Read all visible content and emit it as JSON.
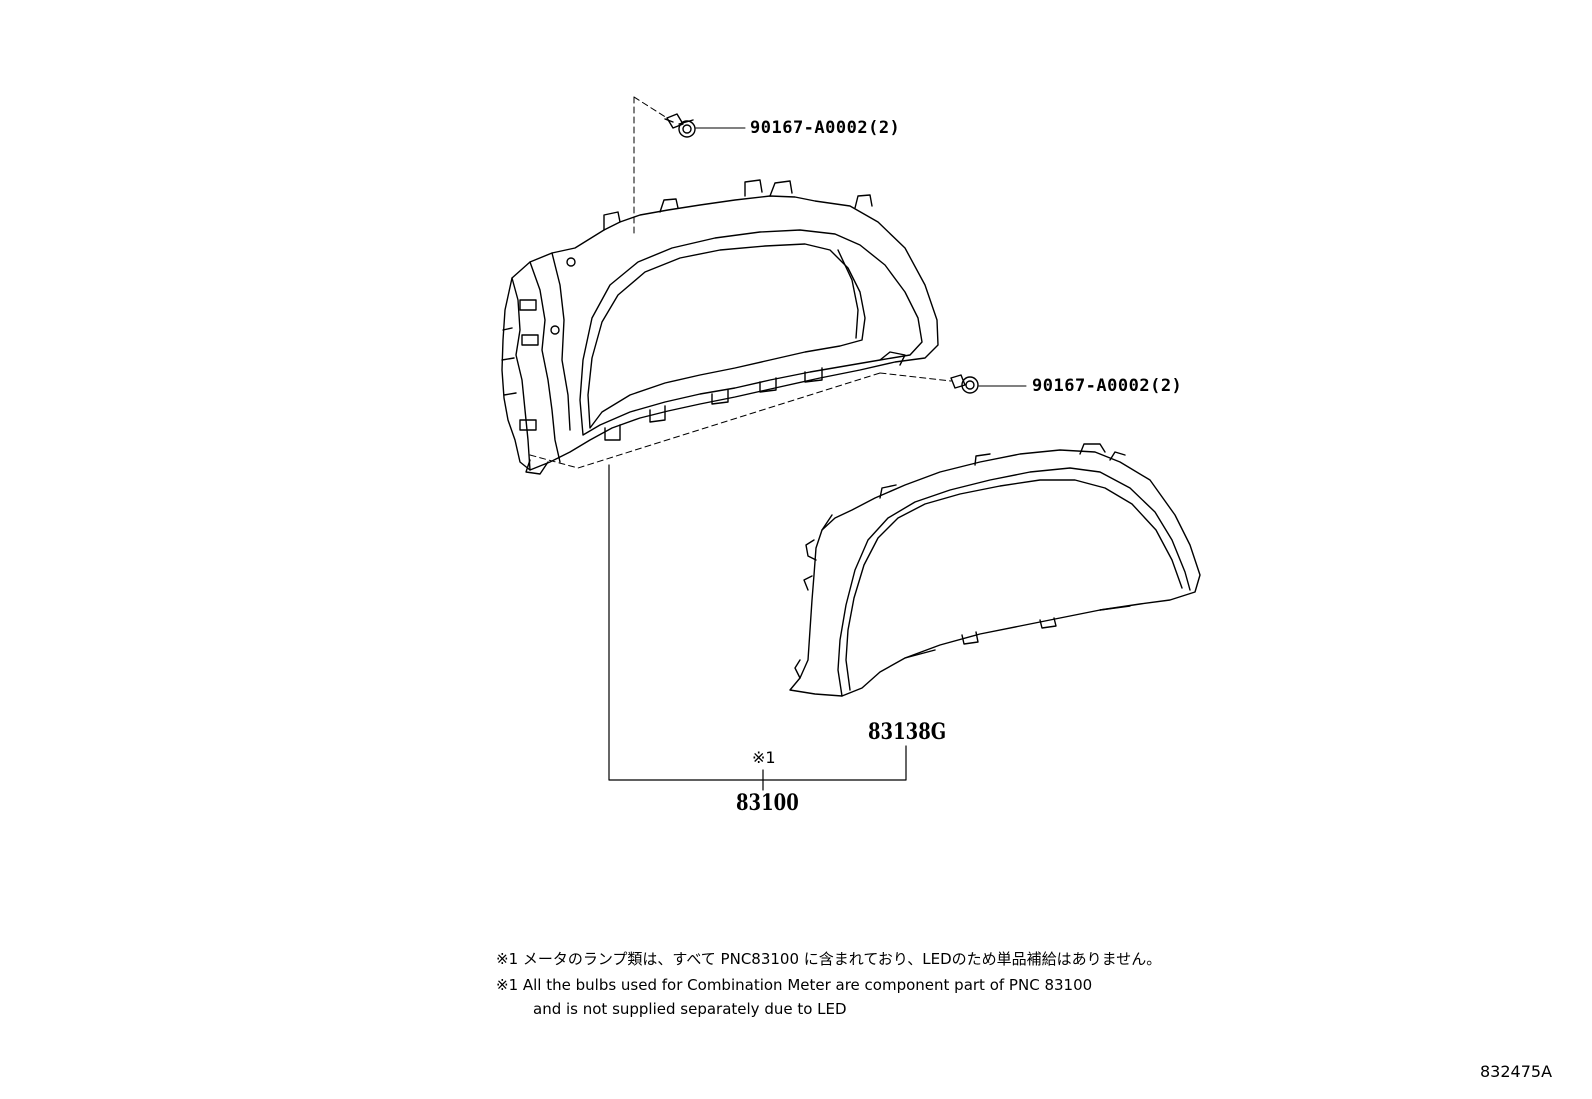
{
  "callouts": {
    "bolt_top": "90167-A0002(2)",
    "bolt_right": "90167-A0002(2)",
    "glass": "83138G",
    "meter_mark": "※1",
    "meter": "83100"
  },
  "notes": {
    "jp": "※1 メータのランプ類は、すべて PNC83100 に含まれており、LEDのため単品補給はありません。",
    "en_line1": "※1 All the bulbs used for Combination Meter are component part of PNC 83100",
    "en_line2": "and is not supplied separately due to LED"
  },
  "illustration_id": "832475A"
}
